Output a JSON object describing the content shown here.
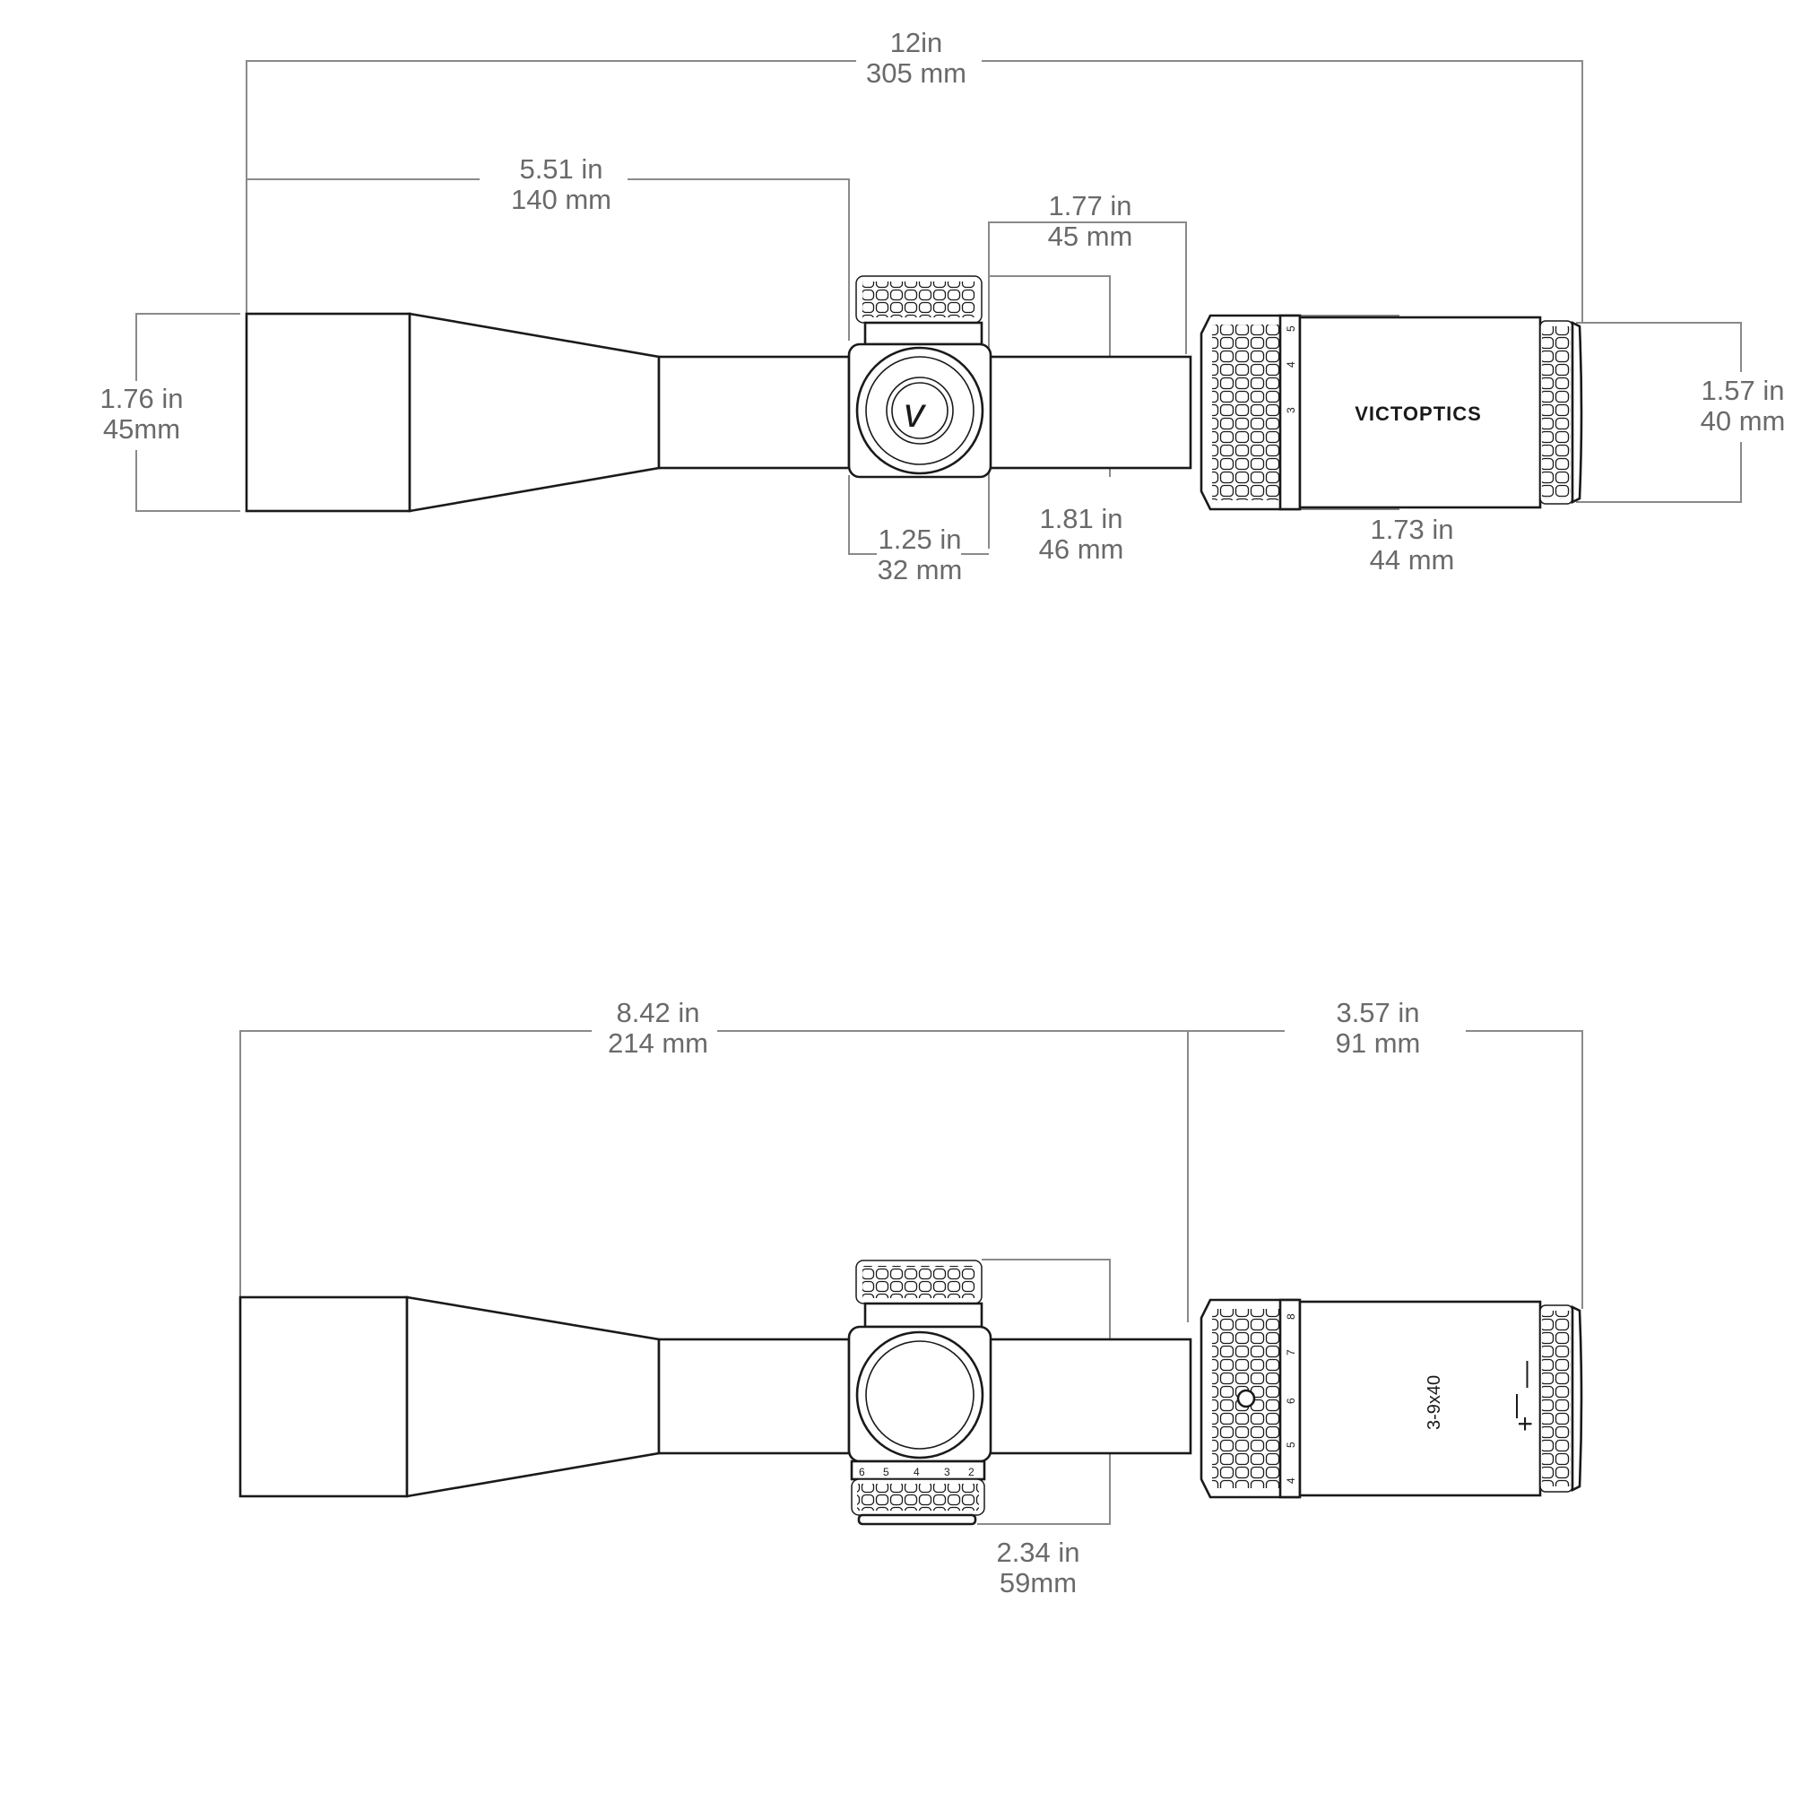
{
  "brand_text": "VICTOPTICS",
  "model_text": "3-9x40",
  "diopter_marks": [
    "+",
    "—"
  ],
  "colors": {
    "line": "#1a1a1a",
    "dimension": "#6a6a6a",
    "background": "#ffffff"
  },
  "top_view": {
    "dimensions": {
      "overall_length": [
        "12in",
        "305 mm"
      ],
      "objective_to_turret": [
        "5.51 in",
        "140 mm"
      ],
      "turret_to_ocular": [
        "1.77 in",
        "45 mm"
      ],
      "objective_diameter": [
        "1.76 in",
        "45mm"
      ],
      "turret_housing_width": [
        "1.25 in",
        "32 mm"
      ],
      "turret_cap_width": [
        "1.81 in",
        "46 mm"
      ],
      "ocular_diameter": [
        "1.57 in",
        "40 mm"
      ],
      "power_ring": [
        "1.73 in",
        "44 mm"
      ]
    },
    "power_scale": [
      "5",
      "4",
      "3"
    ]
  },
  "side_view": {
    "dimensions": {
      "objective_section_length": [
        "8.42 in",
        "214 mm"
      ],
      "ocular_section_length": [
        "3.57 in",
        "91 mm"
      ],
      "turret_height": [
        "2.34 in",
        "59mm"
      ]
    },
    "power_scale": [
      "8",
      "7",
      "6",
      "5",
      "4"
    ],
    "elevation_scale": [
      "6",
      "5",
      "4",
      "3",
      "2"
    ]
  }
}
